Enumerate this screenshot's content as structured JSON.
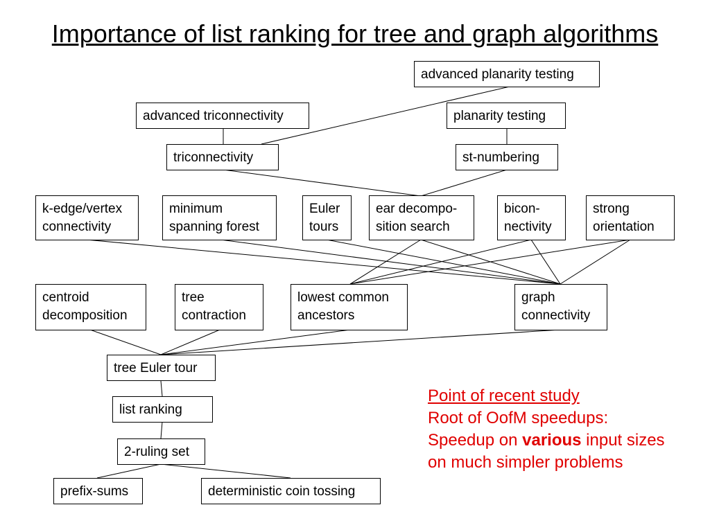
{
  "title": "Importance of list ranking for tree and graph algorithms",
  "nodes": {
    "advanced_planarity_testing": "advanced planarity testing",
    "advanced_triconnectivity": "advanced triconnectivity",
    "planarity_testing": "planarity testing",
    "triconnectivity": "triconnectivity",
    "st_numbering": "st-numbering",
    "k_edge_vertex_connectivity": "k-edge/vertex\nconnectivity",
    "minimum_spanning_forest": "minimum\nspanning forest",
    "euler_tours": "Euler\ntours",
    "ear_decomposition_search": "ear decompo-\nsition search",
    "biconnectivity": "bicon-\nnectivity",
    "strong_orientation": "strong\norientation",
    "centroid_decomposition": "centroid\ndecomposition",
    "tree_contraction": "tree\ncontraction",
    "lowest_common_ancestors": "lowest common\nancestors",
    "graph_connectivity": "graph\nconnectivity",
    "tree_euler_tour": "tree Euler tour",
    "list_ranking": "list ranking",
    "two_ruling_set": "2-ruling set",
    "prefix_sums": "prefix-sums",
    "deterministic_coin_tossing": "deterministic coin tossing"
  },
  "note": {
    "line1": "Point of recent study",
    "line2": "Root of OofM speedups:",
    "line3_pre": "Speedup on ",
    "line3_bold": "various",
    "line3_post": " input sizes",
    "line4": "on much simpler problems"
  },
  "colors": {
    "note": "#e00000",
    "lines": "#000000"
  }
}
